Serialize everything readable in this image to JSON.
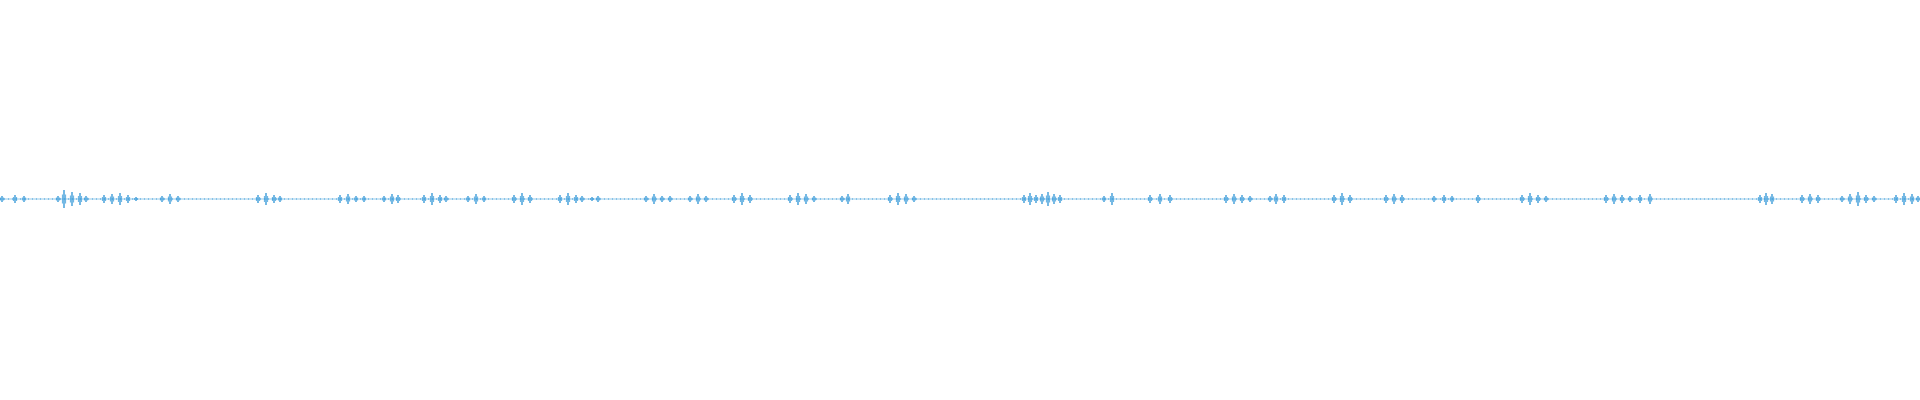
{
  "waveform": {
    "color": "#3a9bd9",
    "bursts": [
      [
        2,
        3
      ],
      [
        15,
        4
      ],
      [
        24,
        3
      ],
      [
        58,
        3
      ],
      [
        64,
        9
      ],
      [
        72,
        7
      ],
      [
        80,
        6
      ],
      [
        86,
        3
      ],
      [
        104,
        4
      ],
      [
        112,
        5
      ],
      [
        120,
        6
      ],
      [
        128,
        4
      ],
      [
        136,
        2
      ],
      [
        162,
        3
      ],
      [
        170,
        5
      ],
      [
        178,
        3
      ],
      [
        258,
        4
      ],
      [
        266,
        6
      ],
      [
        274,
        4
      ],
      [
        280,
        3
      ],
      [
        340,
        4
      ],
      [
        348,
        5
      ],
      [
        356,
        3
      ],
      [
        364,
        3
      ],
      [
        384,
        3
      ],
      [
        392,
        5
      ],
      [
        398,
        4
      ],
      [
        424,
        4
      ],
      [
        432,
        6
      ],
      [
        440,
        4
      ],
      [
        446,
        3
      ],
      [
        468,
        3
      ],
      [
        476,
        5
      ],
      [
        484,
        3
      ],
      [
        514,
        4
      ],
      [
        522,
        6
      ],
      [
        530,
        4
      ],
      [
        560,
        4
      ],
      [
        568,
        6
      ],
      [
        576,
        4
      ],
      [
        582,
        3
      ],
      [
        592,
        2
      ],
      [
        598,
        3
      ],
      [
        646,
        3
      ],
      [
        654,
        5
      ],
      [
        662,
        3
      ],
      [
        670,
        3
      ],
      [
        690,
        3
      ],
      [
        698,
        5
      ],
      [
        706,
        3
      ],
      [
        734,
        4
      ],
      [
        742,
        6
      ],
      [
        750,
        4
      ],
      [
        790,
        4
      ],
      [
        798,
        6
      ],
      [
        806,
        5
      ],
      [
        814,
        3
      ],
      [
        842,
        3
      ],
      [
        848,
        5
      ],
      [
        890,
        4
      ],
      [
        898,
        6
      ],
      [
        906,
        5
      ],
      [
        914,
        3
      ],
      [
        1024,
        4
      ],
      [
        1030,
        6
      ],
      [
        1036,
        4
      ],
      [
        1042,
        5
      ],
      [
        1048,
        7
      ],
      [
        1054,
        5
      ],
      [
        1060,
        4
      ],
      [
        1104,
        3
      ],
      [
        1112,
        6
      ],
      [
        1150,
        4
      ],
      [
        1160,
        5
      ],
      [
        1170,
        4
      ],
      [
        1226,
        4
      ],
      [
        1234,
        5
      ],
      [
        1242,
        4
      ],
      [
        1250,
        3
      ],
      [
        1270,
        3
      ],
      [
        1276,
        5
      ],
      [
        1284,
        4
      ],
      [
        1334,
        4
      ],
      [
        1342,
        6
      ],
      [
        1350,
        4
      ],
      [
        1386,
        4
      ],
      [
        1394,
        5
      ],
      [
        1402,
        4
      ],
      [
        1434,
        3
      ],
      [
        1444,
        4
      ],
      [
        1452,
        3
      ],
      [
        1478,
        4
      ],
      [
        1522,
        4
      ],
      [
        1530,
        6
      ],
      [
        1538,
        4
      ],
      [
        1546,
        3
      ],
      [
        1606,
        4
      ],
      [
        1614,
        5
      ],
      [
        1622,
        4
      ],
      [
        1630,
        3
      ],
      [
        1640,
        4
      ],
      [
        1650,
        5
      ],
      [
        1760,
        4
      ],
      [
        1766,
        6
      ],
      [
        1772,
        5
      ],
      [
        1802,
        4
      ],
      [
        1810,
        5
      ],
      [
        1818,
        4
      ],
      [
        1842,
        3
      ],
      [
        1850,
        5
      ],
      [
        1858,
        7
      ],
      [
        1866,
        4
      ],
      [
        1874,
        3
      ],
      [
        1896,
        4
      ],
      [
        1904,
        6
      ],
      [
        1912,
        5
      ],
      [
        1918,
        3
      ]
    ]
  }
}
